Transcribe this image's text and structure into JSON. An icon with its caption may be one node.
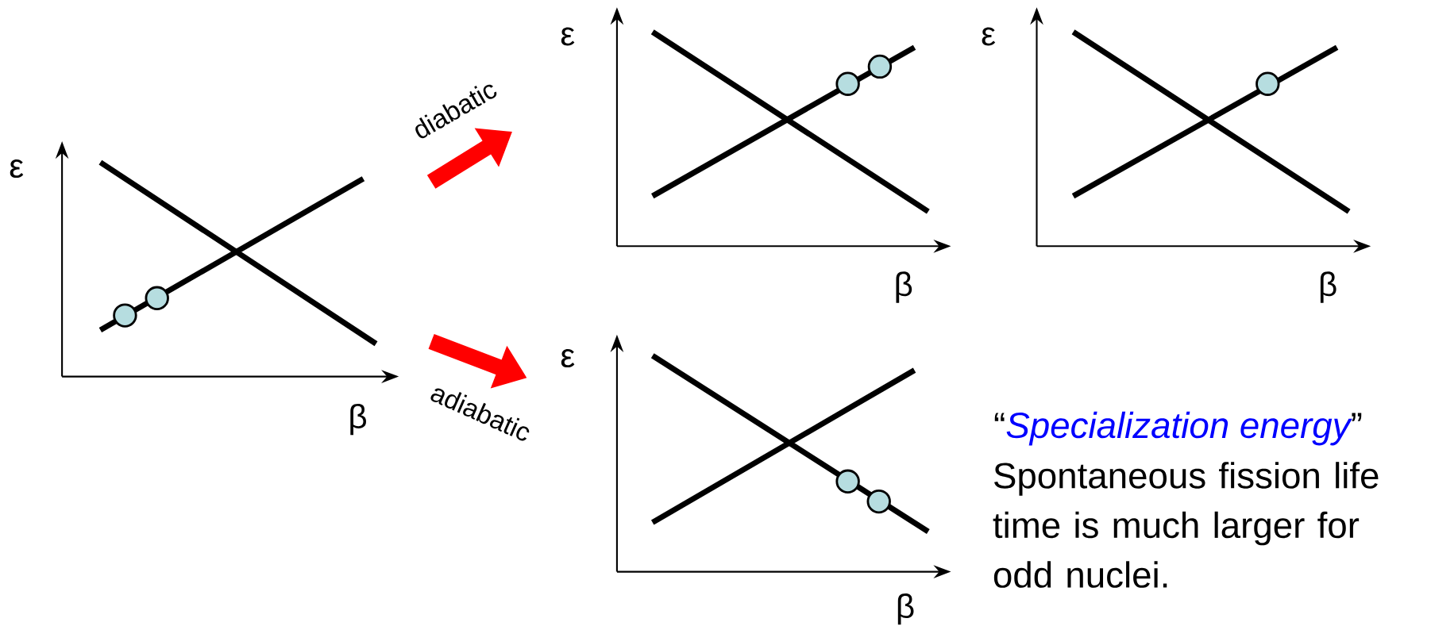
{
  "diagram": {
    "nodes": [
      {
        "text": [],
        "shape": "picture",
        "beside": [
          "ε",
          "β"
        ]
      },
      {
        "text": [],
        "shape": "picture",
        "beside": [
          "ε",
          "β"
        ]
      },
      {
        "text": [],
        "shape": "picture",
        "beside": [
          "ε",
          "β"
        ]
      },
      {
        "text": [],
        "shape": "picture",
        "beside": [
          "ε",
          "β"
        ]
      }
    ],
    "edges": [
      {
        "from": 0,
        "to": 1,
        "arrow": "to",
        "label": "diabatic"
      },
      {
        "from": 0,
        "to": 3,
        "arrow": "to",
        "label": "adiabatic"
      }
    ],
    "labels": [
      "“",
      "Specialization energy",
      "”",
      "Spontaneous fission life time is much larger for odd nuclei."
    ]
  }
}
